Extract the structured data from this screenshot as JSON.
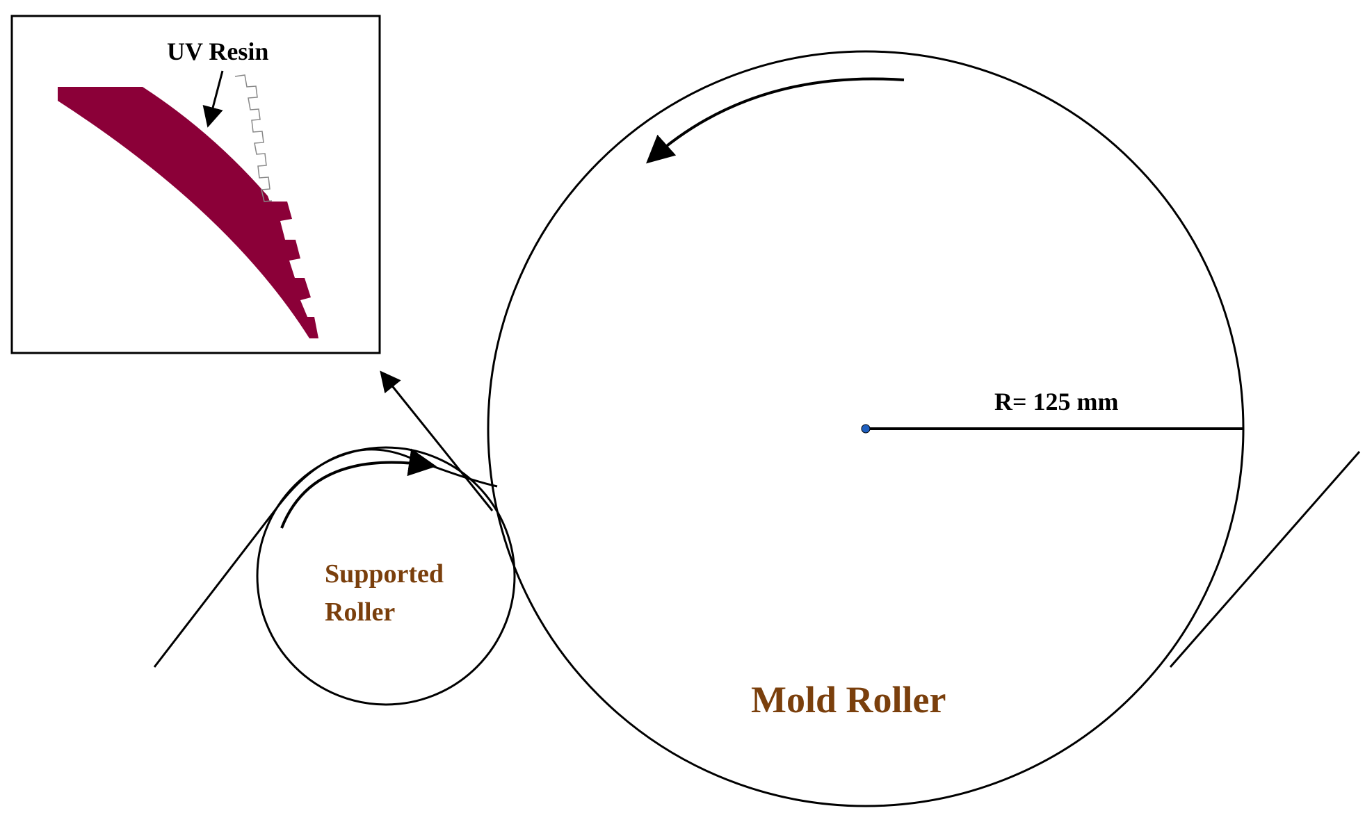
{
  "diagram": {
    "inset_label": "UV Resin",
    "radius_label": "R= 125 mm",
    "supported_roller_line1": "Supported",
    "supported_roller_line2": "Roller",
    "mold_roller_label": "Mold Roller"
  },
  "colors": {
    "line": "#000000",
    "resin_fill": "#8b0038",
    "roller_label": "#7a3f0c",
    "center_dot": "#1f5fbf"
  }
}
